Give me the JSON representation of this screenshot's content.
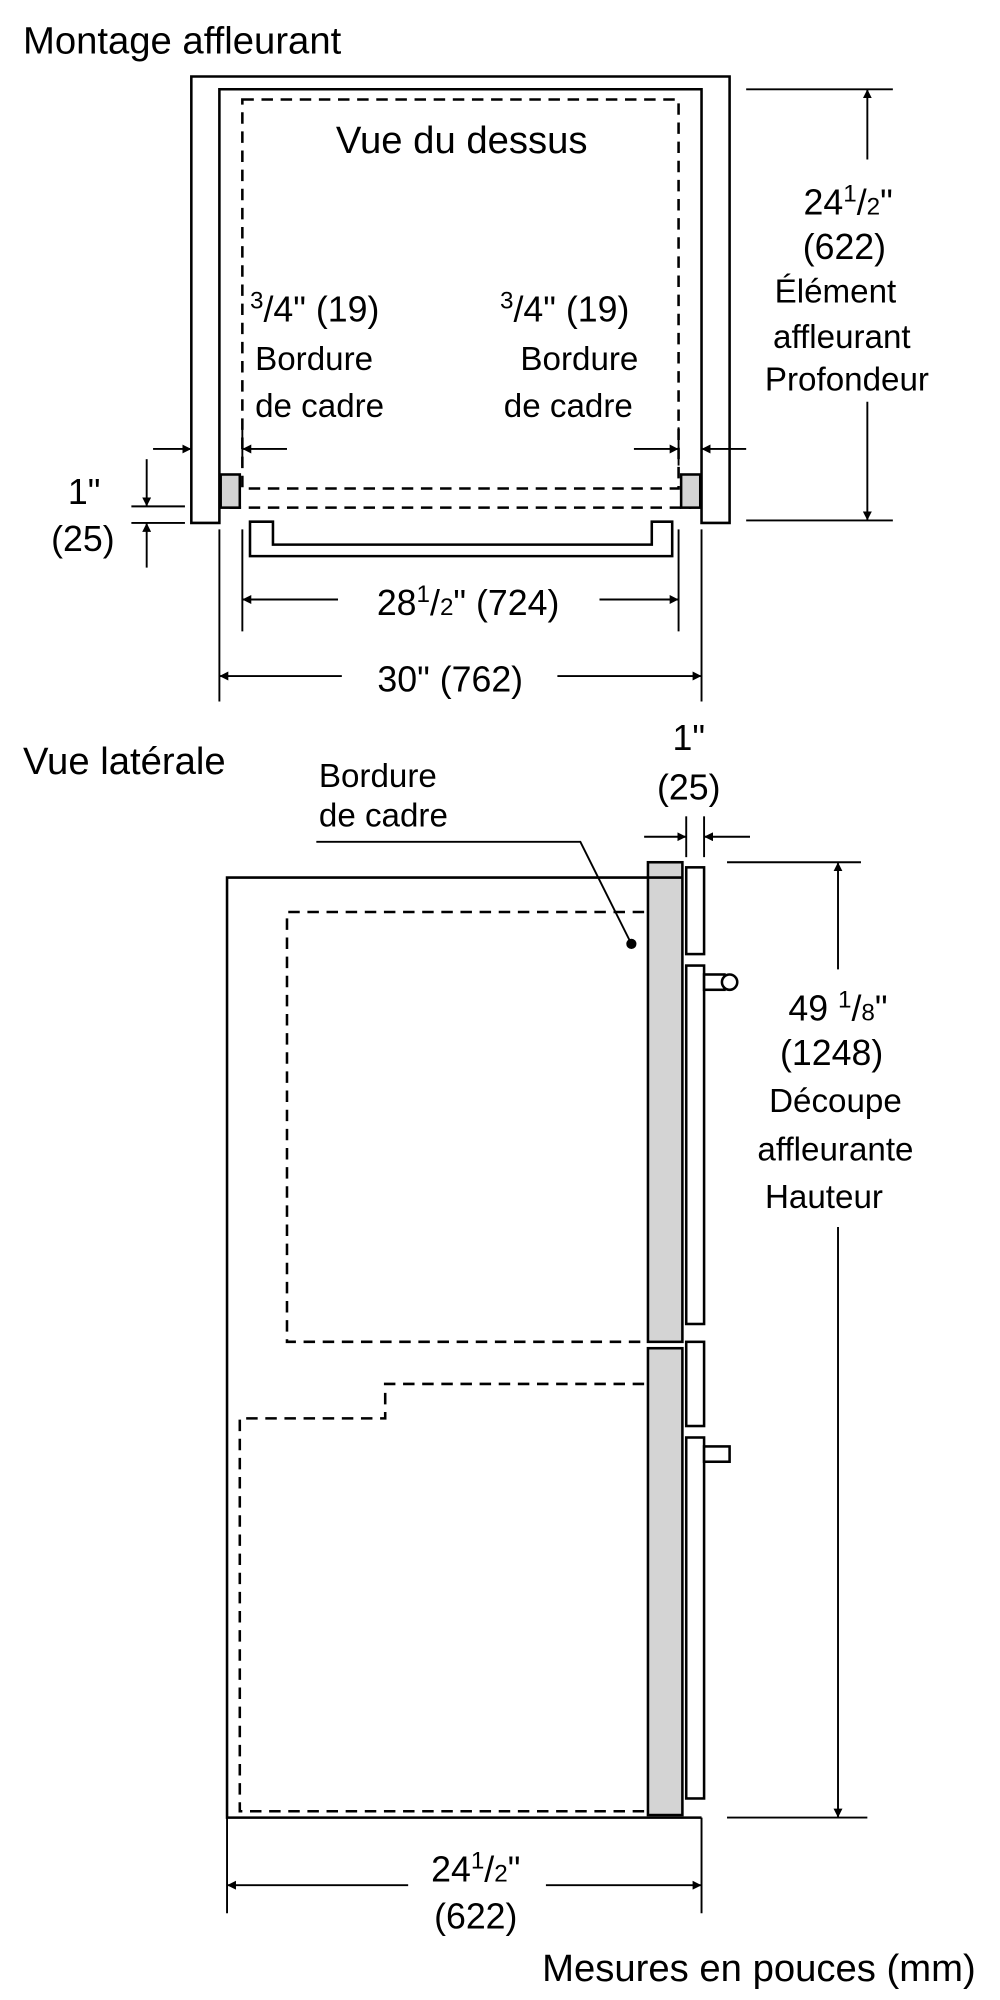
{
  "top_view": {
    "title": "Montage affleurant",
    "view_label": "Vue du dessus",
    "left_frame": {
      "num": "3",
      "den": "4",
      "rest": "\" (19)",
      "line1": "Bordure",
      "line2": "de cadre"
    },
    "right_frame": {
      "num": "3",
      "den": "4",
      "rest": "\" (19)",
      "line1": "Bordure",
      "line2": "de cadre"
    },
    "depth": {
      "whole": "24",
      "num": "1",
      "den": "2",
      "rest": "\"",
      "mm": "(622)",
      "line1": "Élément",
      "line2": "affleurant",
      "line3": "Profondeur"
    },
    "offset": {
      "inch": "1\"",
      "mm": "(25)"
    },
    "inner_width": {
      "whole": "28",
      "num": "1",
      "den": "2",
      "rest": "\" (724)"
    },
    "outer_width": {
      "label": "30\" (762)"
    }
  },
  "side_view": {
    "title": "Vue latérale",
    "frame_label": {
      "line1": "Bordure",
      "line2": "de cadre"
    },
    "door_gap": {
      "inch": "1\"",
      "mm": "(25)"
    },
    "height": {
      "whole": "49 ",
      "num": "1",
      "den": "8",
      "rest": "\"",
      "mm": "(1248)",
      "line1": "Découpe",
      "line2": "affleurante",
      "line3": "Hauteur"
    },
    "depth": {
      "whole": "24",
      "num": "1",
      "den": "2",
      "rest": "\"",
      "mm": "(622)"
    }
  },
  "footer": {
    "units_note": "Mesures en pouces (mm)"
  }
}
